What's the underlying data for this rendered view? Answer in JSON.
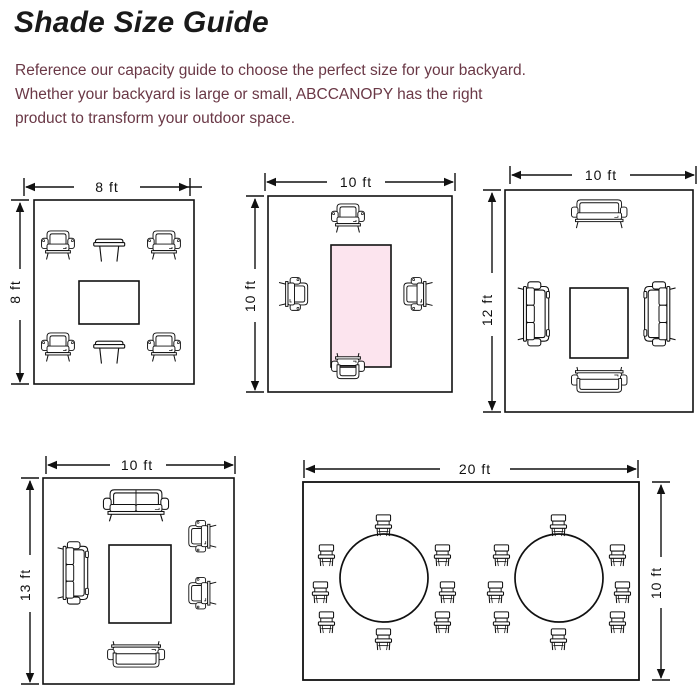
{
  "header": {
    "title": "Shade Size Guide",
    "intro_line1": "Reference our capacity guide to choose the perfect size for your backyard.",
    "intro_line2": "Whether your backyard is large or small, ABCCANOPY has the right",
    "intro_line3": "product to transform your outdoor space.",
    "title_color": "#1a1a1a",
    "intro_color": "#6a3846"
  },
  "colors": {
    "line": "#111111",
    "table_pink": "#fce4ee",
    "table_white": "#ffffff",
    "page_background": "#ffffff"
  },
  "diagrams": [
    {
      "id": "diagram-8x8",
      "width_label": "8 ft",
      "height_label": "8 ft",
      "width_dim_position": "top",
      "height_dim_position": "left",
      "center_table": {
        "shape": "rectangle",
        "fill": "#ffffff"
      },
      "furniture": [
        {
          "type": "armchair",
          "orientation": "front",
          "position": "top-left"
        },
        {
          "type": "side-table",
          "orientation": "front",
          "position": "top-center"
        },
        {
          "type": "armchair",
          "orientation": "front",
          "position": "top-right"
        },
        {
          "type": "armchair",
          "orientation": "front",
          "position": "bottom-left"
        },
        {
          "type": "side-table",
          "orientation": "front",
          "position": "bottom-center"
        },
        {
          "type": "armchair",
          "orientation": "front",
          "position": "bottom-right"
        }
      ],
      "counts": {
        "armchairs": 4,
        "side_tables": 2,
        "center_tables": 1
      }
    },
    {
      "id": "diagram-10x10",
      "width_label": "10 ft",
      "height_label": "10 ft",
      "width_dim_position": "top",
      "height_dim_position": "left",
      "center_table": {
        "shape": "rectangle",
        "fill": "#fce4ee"
      },
      "furniture": [
        {
          "type": "armchair",
          "orientation": "front",
          "position": "top"
        },
        {
          "type": "armchair",
          "orientation": "left",
          "position": "left"
        },
        {
          "type": "armchair",
          "orientation": "right",
          "position": "right"
        },
        {
          "type": "armchair",
          "orientation": "back",
          "position": "bottom"
        }
      ],
      "counts": {
        "armchairs": 4,
        "center_tables": 1
      }
    },
    {
      "id": "diagram-10x12",
      "width_label": "10 ft",
      "height_label": "12 ft",
      "width_dim_position": "top",
      "height_dim_position": "left",
      "center_table": {
        "shape": "rectangle",
        "fill": "#ffffff"
      },
      "furniture": [
        {
          "type": "loveseat",
          "orientation": "front",
          "position": "top"
        },
        {
          "type": "sofa",
          "orientation": "left",
          "position": "left"
        },
        {
          "type": "sofa",
          "orientation": "right",
          "position": "right"
        },
        {
          "type": "loveseat",
          "orientation": "back",
          "position": "bottom"
        }
      ],
      "counts": {
        "sofas": 2,
        "loveseats": 2,
        "center_tables": 1
      }
    },
    {
      "id": "diagram-10x13",
      "width_label": "10 ft",
      "height_label": "13 ft",
      "width_dim_position": "top",
      "height_dim_position": "left",
      "center_table": {
        "shape": "rectangle",
        "fill": "#ffffff"
      },
      "furniture": [
        {
          "type": "sofa",
          "orientation": "front",
          "position": "top"
        },
        {
          "type": "sofa",
          "orientation": "left",
          "position": "left"
        },
        {
          "type": "armchair",
          "orientation": "right",
          "position": "right-upper"
        },
        {
          "type": "armchair",
          "orientation": "right",
          "position": "right-lower"
        },
        {
          "type": "loveseat",
          "orientation": "back",
          "position": "bottom"
        }
      ],
      "counts": {
        "sofas": 2,
        "armchairs": 2,
        "loveseats": 1,
        "center_tables": 1
      }
    },
    {
      "id": "diagram-20x10",
      "width_label": "20 ft",
      "height_label": "10 ft",
      "width_dim_position": "top",
      "height_dim_position": "right",
      "center_table": {
        "shape": "circle",
        "fill": "#ffffff"
      },
      "furniture": [
        {
          "type": "round-table",
          "position": "left-center",
          "chairs": 8
        },
        {
          "type": "round-table",
          "position": "right-center",
          "chairs": 8
        }
      ],
      "counts": {
        "round_tables": 2,
        "chairs": 16
      }
    }
  ]
}
